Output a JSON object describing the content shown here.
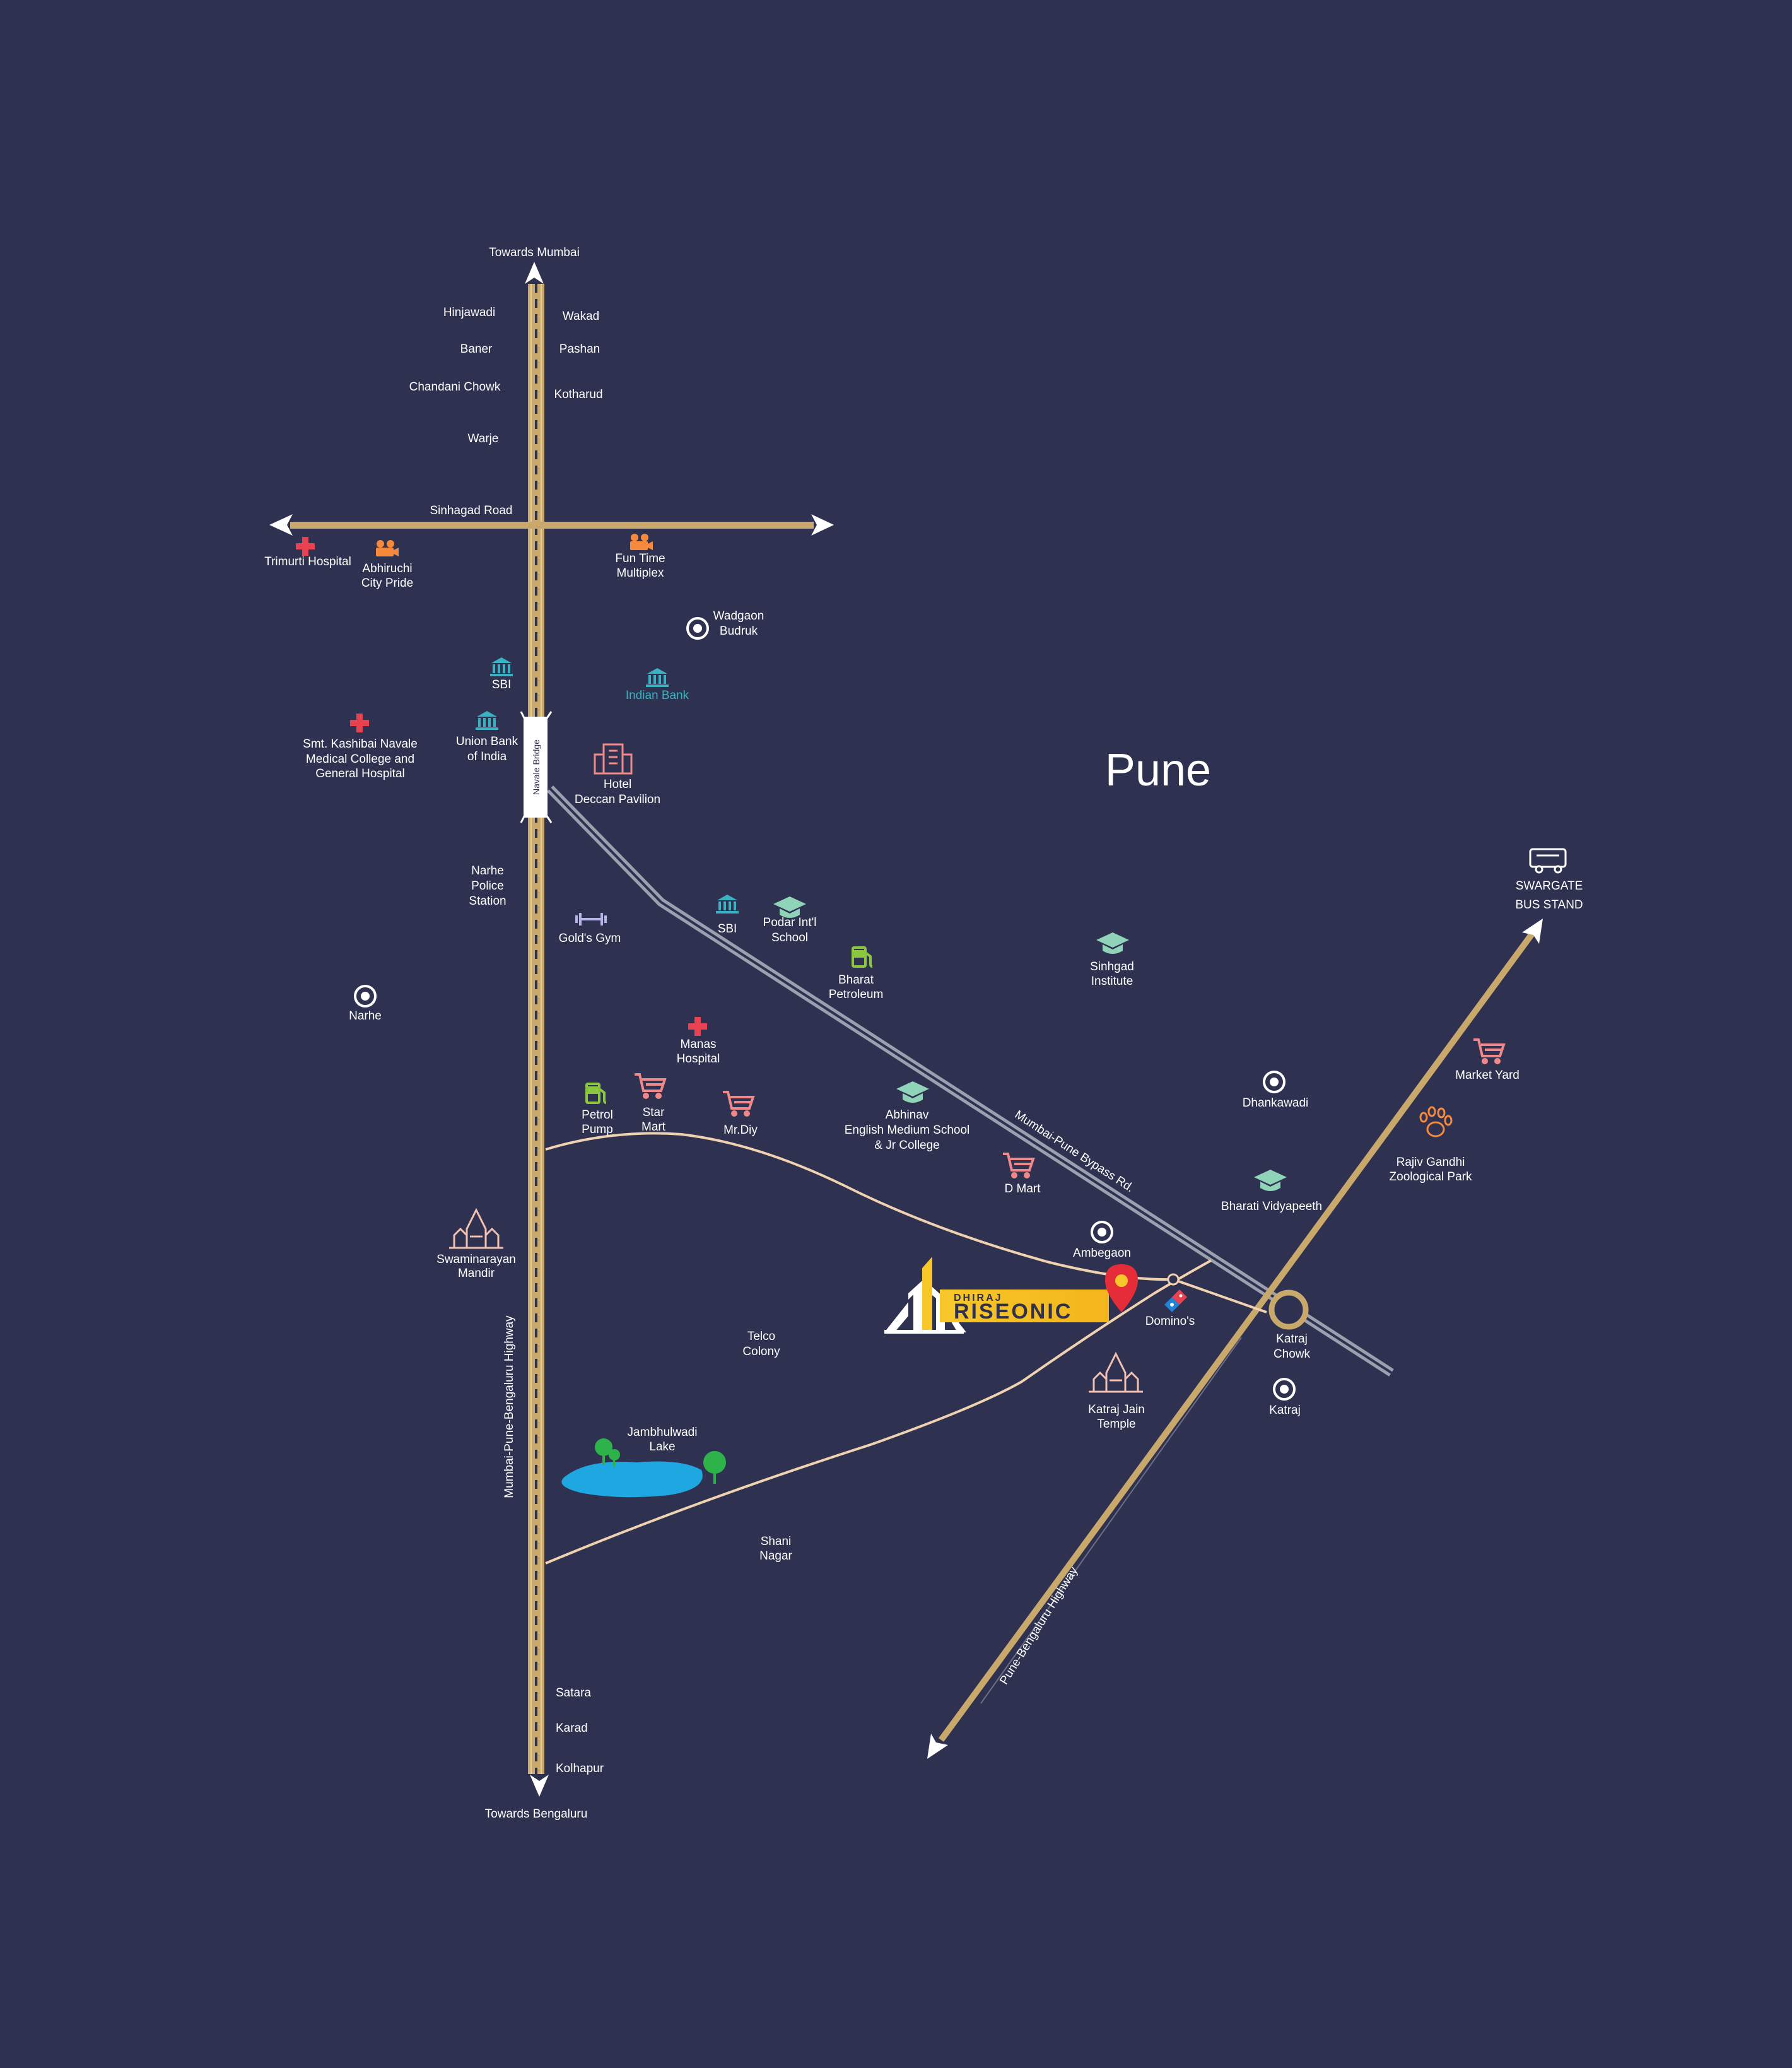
{
  "city": "Pune",
  "colors": {
    "background": "#2f3150",
    "highway_gold": "#c9a86c",
    "bypass_grey": "#9aa0ad",
    "local_road": "#f0d2b0",
    "label_text": "#ffffff",
    "bank_teal": "#39b3c2",
    "hospital_red": "#e8414f",
    "cinema_orange": "#f58a3c",
    "school_mint": "#8fd3b8",
    "fuel_green": "#8cc63f",
    "shop_pink": "#f08a8a",
    "water_blue": "#1ea7e1",
    "brand_yellow": "#f7c72a",
    "pin_red": "#e52d3a"
  },
  "directions": {
    "towards_mumbai": "Towards Mumbai",
    "towards_bengaluru": "Towards Bengaluru",
    "swargate": [
      "SWARGATE",
      "BUS STAND"
    ]
  },
  "roads": {
    "sinhagad_road": "Sinhagad Road",
    "navale_bridge": "Navale Bridge",
    "mumbai_pune_bypass": "Mumbai-Pune Bypass Rd.",
    "mumbai_pune_bengaluru_highway": "Mumbai-Pune-Bengaluru Highway",
    "pune_bengaluru_highway": "Pune-Bengaluru Highway"
  },
  "areas": {
    "hinjawadi": "Hinjawadi",
    "wakad": "Wakad",
    "baner": "Baner",
    "pashan": "Pashan",
    "chandani_chowk": "Chandani Chowk",
    "kotharud": "Kotharud",
    "warje": "Warje",
    "satara": "Satara",
    "karad": "Karad",
    "kolhapur": "Kolhapur",
    "telco_colony": [
      "Telco",
      "Colony"
    ],
    "shani_nagar": [
      "Shani",
      "Nagar"
    ],
    "narhe_police": [
      "Narhe",
      "Police",
      "Station"
    ]
  },
  "localities": {
    "wadgaon": [
      "Wadgaon",
      "Budruk"
    ],
    "narhe": "Narhe",
    "dhankawadi": "Dhankawadi",
    "ambegaon": "Ambegaon",
    "katraj": "Katraj",
    "katraj_chowk": [
      "Katraj",
      "Chowk"
    ]
  },
  "landmarks": {
    "trimurti_hospital": "Trimurti Hospital",
    "abhiruchi": [
      "Abhiruchi",
      "City Pride"
    ],
    "fun_time": [
      "Fun Time",
      "Multiplex"
    ],
    "sbi_1": "SBI",
    "indian_bank": "Indian Bank",
    "kashibai": [
      "Smt. Kashibai Navale",
      "Medical College and",
      "General Hospital"
    ],
    "union_bank": [
      "Union Bank",
      "of India"
    ],
    "hotel_deccan": [
      "Hotel",
      "Deccan Pavilion"
    ],
    "golds_gym": "Gold's Gym",
    "sbi_2": "SBI",
    "podar": [
      "Podar Int'l",
      "School"
    ],
    "bharat_petroleum": [
      "Bharat",
      "Petroleum"
    ],
    "sinhgad_institute": [
      "Sinhgad",
      "Institute"
    ],
    "manas_hospital": [
      "Manas",
      "Hospital"
    ],
    "petrol_pump": [
      "Petrol",
      "Pump"
    ],
    "star_mart": [
      "Star",
      "Mart"
    ],
    "mr_diy": "Mr.Diy",
    "abhinav": [
      "Abhinav",
      "English Medium School",
      "& Jr College"
    ],
    "d_mart": "D Mart",
    "market_yard": "Market Yard",
    "rajiv_gandhi": [
      "Rajiv Gandhi",
      "Zoological Park"
    ],
    "bharati_vidyapeeth": "Bharati Vidyapeeth",
    "swaminarayan": [
      "Swaminarayan",
      "Mandir"
    ],
    "dominos": "Domino's",
    "katraj_jain": [
      "Katraj Jain",
      "Temple"
    ],
    "jambhulwadi": [
      "Jambhulwadi",
      "Lake"
    ]
  },
  "project": {
    "brand": "DHIRAJ",
    "name": "RISEONIC"
  }
}
